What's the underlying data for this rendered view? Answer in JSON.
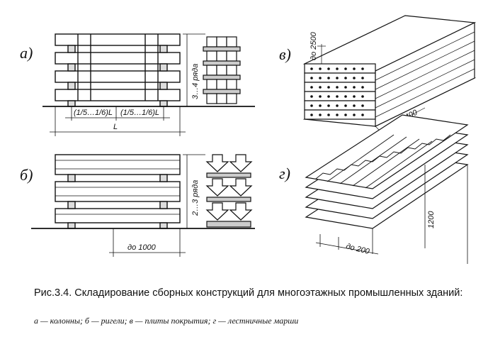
{
  "labels": {
    "a": "а)",
    "b": "б)",
    "v": "в)",
    "g": "г)"
  },
  "dims": {
    "a_rows": "3…4 ряда",
    "a_frac1": "(1/5…1/6)L",
    "a_frac2": "(1/5…1/6)L",
    "a_L": "L",
    "b_rows": "2…3 ряда",
    "b_len": "до 1000",
    "v_len": "до 2500",
    "v_h": "до 400",
    "g_w": "до 200",
    "g_h": "1200"
  },
  "caption": {
    "title": "Рис.3.4. Складирование сборных конструкций для многоэтажных промышленных зданий:",
    "legend": "а — колонны; б — ригели; в — плиты покрытия; г — лестничные марши"
  }
}
